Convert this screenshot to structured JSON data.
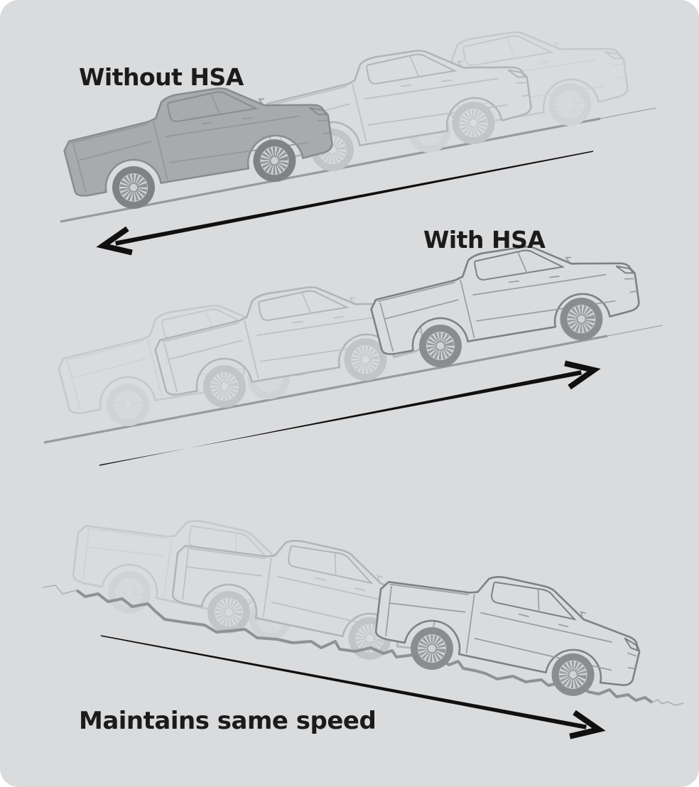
{
  "diagram": {
    "title": "Hill Start Assist comparison diagram",
    "panels": [
      {
        "label": "Without HSA",
        "arrow": "down-slope-left",
        "scene": "truck rolls backward down incline"
      },
      {
        "label": "With HSA",
        "arrow": "up-slope-right",
        "scene": "truck moves forward up incline"
      },
      {
        "label": "Maintains same speed",
        "arrow": "down-slope-right",
        "scene": "truck descends rough slope at constant speed"
      }
    ]
  },
  "colors": {
    "page_background": "#ffffff",
    "panel_background": "#dadbdd",
    "label_text": "#1b1b1b",
    "arrow": "#101010",
    "road": "#989a9c",
    "terrain": "#8f9193",
    "truck_solid_fill": "#a8aaac",
    "truck_solid_outline": "#8a8c8e",
    "truck_outline_main": "#7e8083",
    "truck_ghost_near": "#b2b4b6",
    "truck_ghost_far": "#c6c8ca"
  }
}
